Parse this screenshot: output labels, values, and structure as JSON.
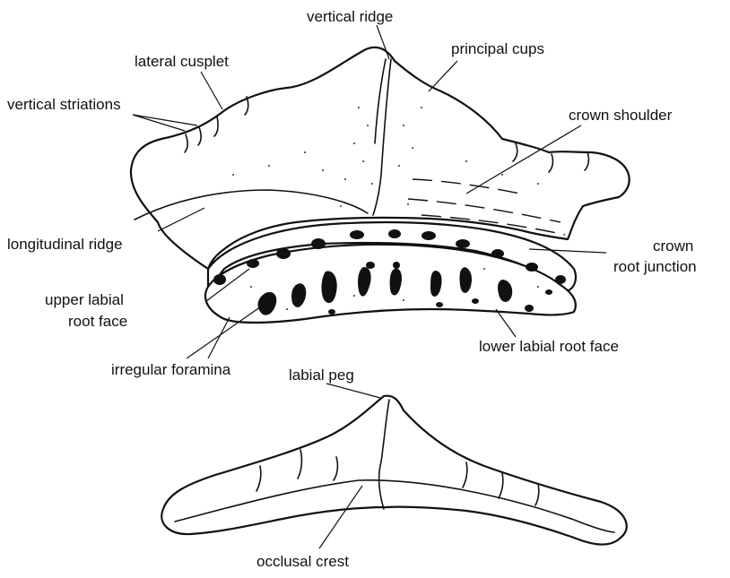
{
  "labels": {
    "vertical_ridge": "vertical ridge",
    "lateral_cusplet": "lateral cusplet",
    "principal_cups": "principal cups",
    "vertical_striations": "vertical striations",
    "crown_shoulder": "crown shoulder",
    "longitudinal_ridge": "longitudinal ridge",
    "crown_root_junction_1": "crown",
    "crown_root_junction_2": "root junction",
    "upper_labial_root_face_1": "upper labial",
    "upper_labial_root_face_2": "root face",
    "lower_labial_root_face": "lower labial root face",
    "irregular_foramina": "irregular foramina",
    "labial_peg": "labial peg",
    "occlusal_crest": "occlusal crest"
  }
}
